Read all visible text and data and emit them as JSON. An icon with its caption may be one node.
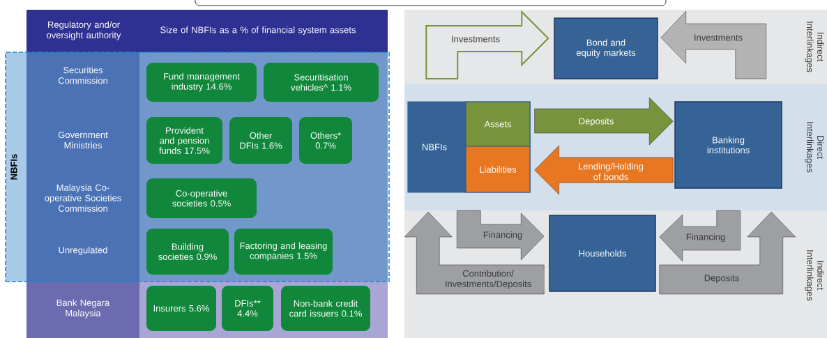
{
  "diagram": {
    "nodes": [
      {
        "text": [
          "NBFIs"
        ]
      },
      {
        "text": [
          "Fund management industry 14.6%"
        ],
        "in": 0
      },
      {
        "text": [
          "Securitisation vehicles^ 1.1%"
        ],
        "in": 0
      },
      {
        "text": [
          "Provident and pension funds 17.5%"
        ],
        "in": 0
      },
      {
        "text": [
          "Other DFIs 1.6%"
        ],
        "in": 0
      },
      {
        "text": [
          "Others* 0.7%"
        ],
        "in": 0
      },
      {
        "text": [
          "Co-operative societies 0.5%"
        ],
        "in": 0
      },
      {
        "text": [
          "Building societies 0.9%"
        ],
        "in": 0
      },
      {
        "text": [
          "Factoring and leasing companies 1.5%"
        ],
        "in": 0
      },
      {
        "text": [
          "Insurers 5.6%"
        ]
      },
      {
        "text": [
          "DFIs** 4.4%"
        ]
      },
      {
        "text": [
          "Non-bank credit card issuers 0.1%"
        ]
      },
      {
        "text": [
          "Bond and equity markets"
        ]
      },
      {
        "text": [
          "NBFIs"
        ]
      },
      {
        "text": [
          "Assets"
        ],
        "in": 13
      },
      {
        "text": [
          "Liabilities"
        ],
        "in": 13
      },
      {
        "text": [
          "Banking institutions"
        ]
      },
      {
        "text": [
          "Households"
        ]
      }
    ],
    "edges": [
      {
        "from": null,
        "to": 12,
        "arrow": "to",
        "label": "Investments",
        "color": "#77933c"
      },
      {
        "from": null,
        "to": 12,
        "arrow": "to",
        "label": "Investments",
        "color": "#b3b3b3"
      },
      {
        "from": 14,
        "to": 16,
        "arrow": "to",
        "label": "Deposits",
        "color": "#77933c"
      },
      {
        "from": 16,
        "to": 15,
        "arrow": "to",
        "label": "Lending/Holding of bonds",
        "color": "#e87722"
      },
      {
        "from": null,
        "to": 17,
        "arrow": "to",
        "label": "Financing"
      },
      {
        "from": 17,
        "to": null,
        "arrow": "to",
        "label": "Contribution/ Investments/Deposits"
      },
      {
        "from": null,
        "to": 17,
        "arrow": "to",
        "label": "Financing"
      },
      {
        "from": 17,
        "to": null,
        "arrow": "to",
        "label": "Deposits"
      }
    ],
    "labels": [
      "Regulatory and/or oversight authority",
      "Size of NBFIs as a % of financial system assets",
      "Securities Commission",
      "Government Ministries",
      "Malaysia Co-operative Societies Commission",
      "Unregulated",
      "Bank Negara Malaysia",
      "Indirect Interlinkages",
      "Direct Interlinkages",
      "Indirect Interlinkages"
    ]
  }
}
